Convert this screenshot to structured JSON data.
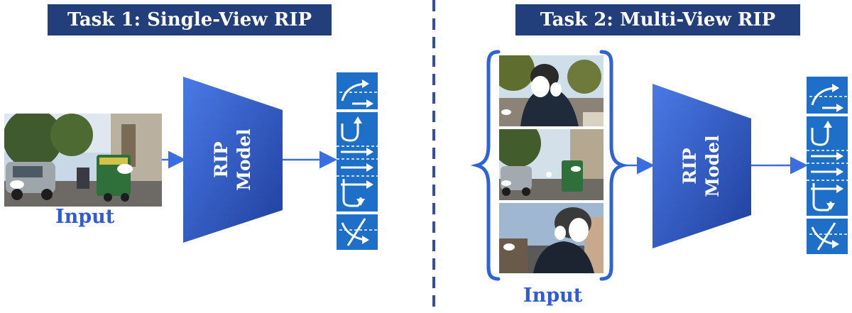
{
  "task1": {
    "title": "Task 1: Single-View RIP",
    "input_label": "Input",
    "model_label_line1": "RIP",
    "model_label_line2": "Model"
  },
  "task2": {
    "title": "Task 2: Multi-View RIP",
    "input_label": "Input",
    "model_label_line1": "RIP",
    "model_label_line2": "Model"
  },
  "colors": {
    "title_bg": "#233f7b",
    "model_gradient_start": "#3f6fdc",
    "model_gradient_end": "#1f3f9c",
    "arrow": "#3a6ee0",
    "divider": "#2f4fa8",
    "lane_sign": "#1d6fc7",
    "input_text": "#2f5bd3"
  },
  "icons": {
    "lane_signs": "lane-direction-sign-icon",
    "brace": "curly-brace-icon",
    "face_blur": "face-blur-icon"
  }
}
